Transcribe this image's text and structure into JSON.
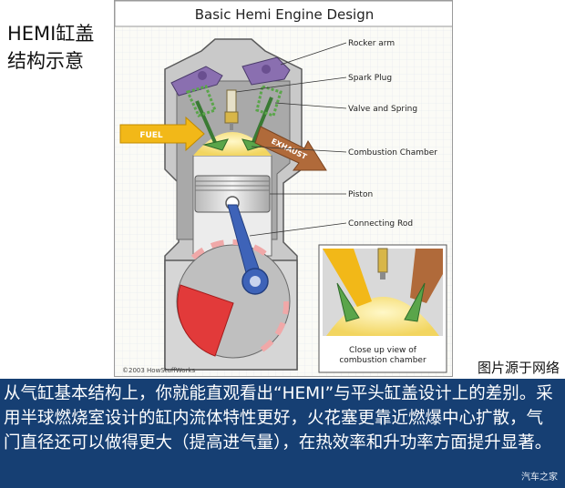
{
  "side_title": "HEMI缸盖结构示意",
  "figure": {
    "title": "Basic Hemi Engine Design",
    "labels": {
      "rocker_arm": "Rocker arm",
      "spark_plug": "Spark Plug",
      "valve_spring": "Valve and Spring",
      "combustion_chamber": "Combustion Chamber",
      "piston": "Piston",
      "connecting_rod": "Connecting Rod"
    },
    "arrows": {
      "fuel": "FUEL",
      "exhaust": "EXHAUST"
    },
    "inset_caption": "Close up view of combustion chamber",
    "copyright": "©2003 HowStuffWorks",
    "colors": {
      "fuel": "#f2b818",
      "exhaust": "#b06a3a",
      "rocker": "#8a6fb0",
      "spring": "#5aa54a",
      "crank": "#e23a3a",
      "rod": "#3e63b8",
      "engine": "#8a8a8a"
    }
  },
  "source_note": "图片源于网络",
  "caption": "从气缸基本结构上，你就能直观看出“HEMI”与平头缸盖设计上的差别。采用半球燃烧室设计的缸内流体特性更好，火花塞更靠近燃爆中心扩散，气门直径还可以做得更大（提高进气量），在热效率和升功率方面提升显著。",
  "watermark": "汽车之家"
}
